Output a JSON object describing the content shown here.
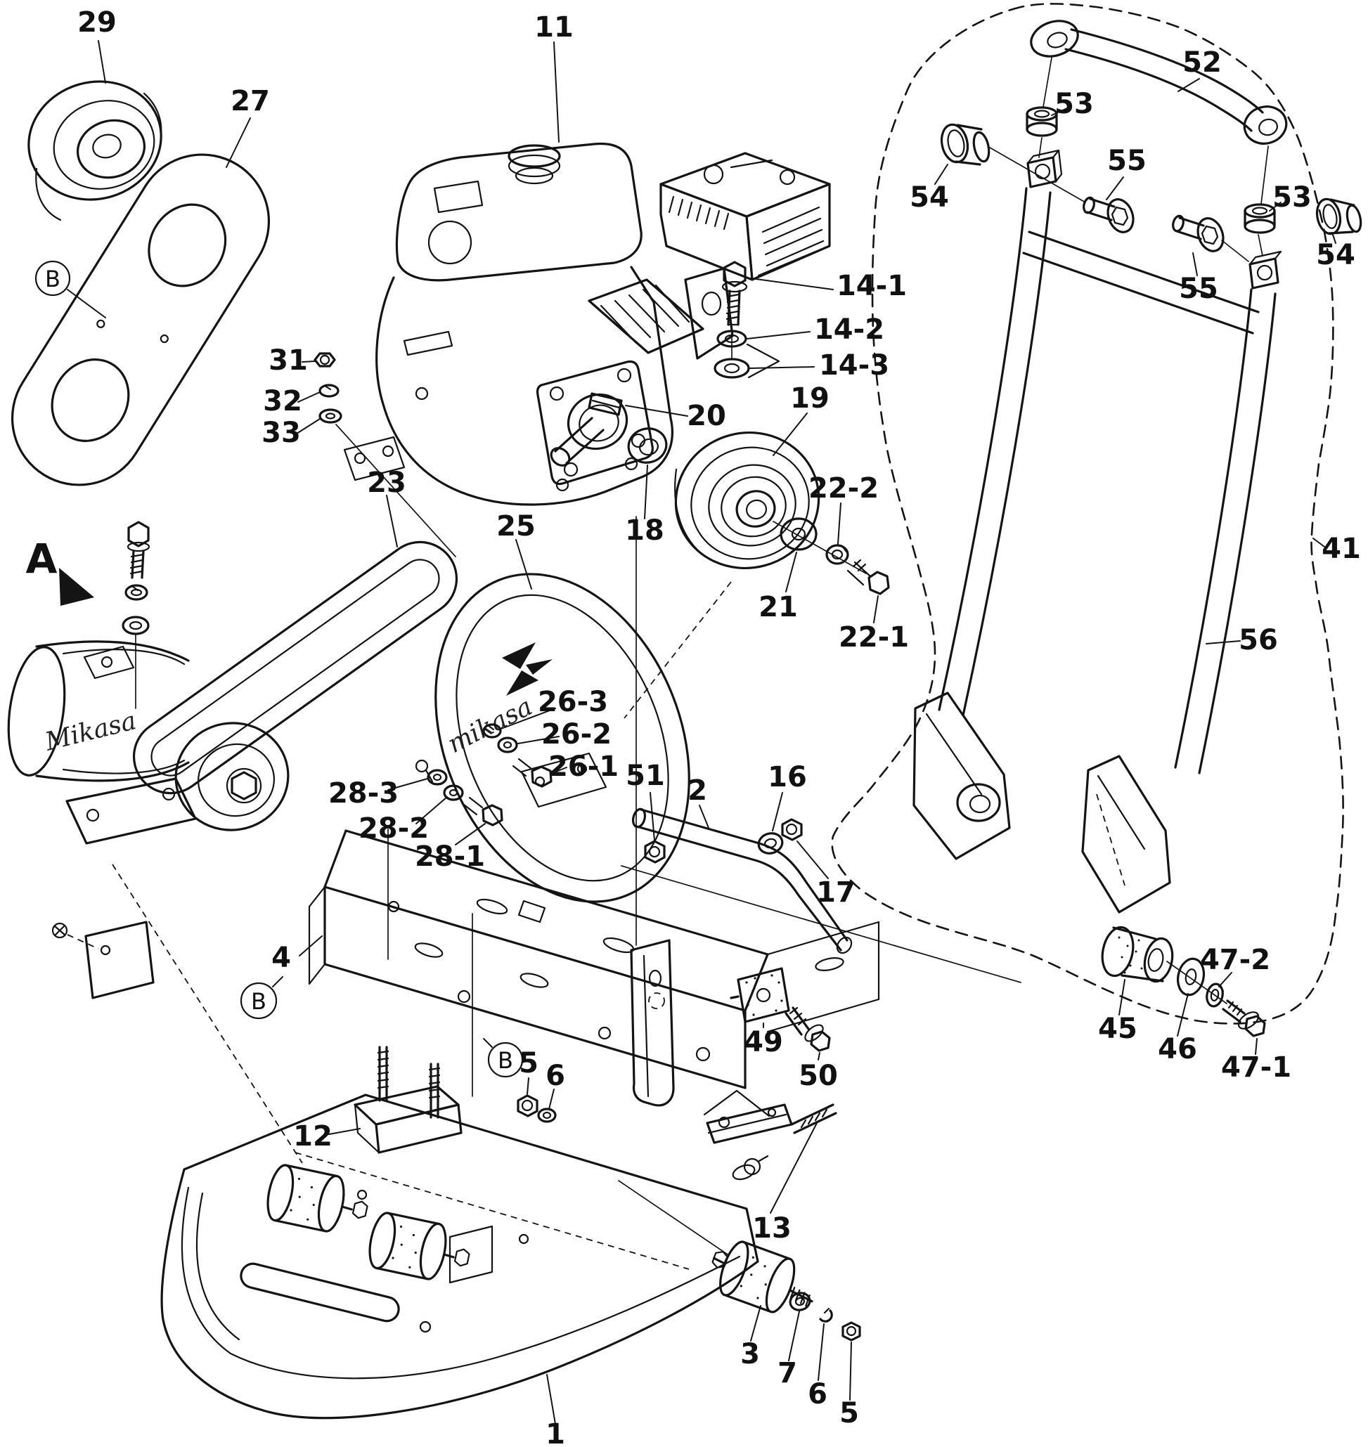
{
  "diagram": {
    "type": "exploded-parts-diagram",
    "subject": "plate compactor",
    "brand_script_body": "Mikasa",
    "brand_script_cover": "mikasa",
    "view_markers": {
      "a": "A",
      "b1": "B",
      "b2": "B",
      "b3": "B"
    },
    "callouts": {
      "n1": "1",
      "n2": "2",
      "n3": "3",
      "n4": "4",
      "n5a": "5",
      "n5b": "5",
      "n6a": "6",
      "n6b": "6",
      "n7": "7",
      "n11": "11",
      "n12": "12",
      "n13": "13",
      "n14_1": "14-1",
      "n14_2": "14-2",
      "n14_3": "14-3",
      "n16": "16",
      "n17": "17",
      "n18": "18",
      "n19": "19",
      "n20": "20",
      "n21": "21",
      "n22_1": "22-1",
      "n22_2": "22-2",
      "n23": "23",
      "n25": "25",
      "n26_1": "26-1",
      "n26_2": "26-2",
      "n26_3": "26-3",
      "n27": "27",
      "n28_1": "28-1",
      "n28_2": "28-2",
      "n28_3": "28-3",
      "n29": "29",
      "n31": "31",
      "n32": "32",
      "n33": "33",
      "n41": "41",
      "n45": "45",
      "n46": "46",
      "n47_1": "47-1",
      "n47_2": "47-2",
      "n49": "49",
      "n50": "50",
      "n51": "51",
      "n52": "52",
      "n53a": "53",
      "n53b": "53",
      "n54a": "54",
      "n54b": "54",
      "n55a": "55",
      "n55b": "55",
      "n56": "56"
    }
  }
}
